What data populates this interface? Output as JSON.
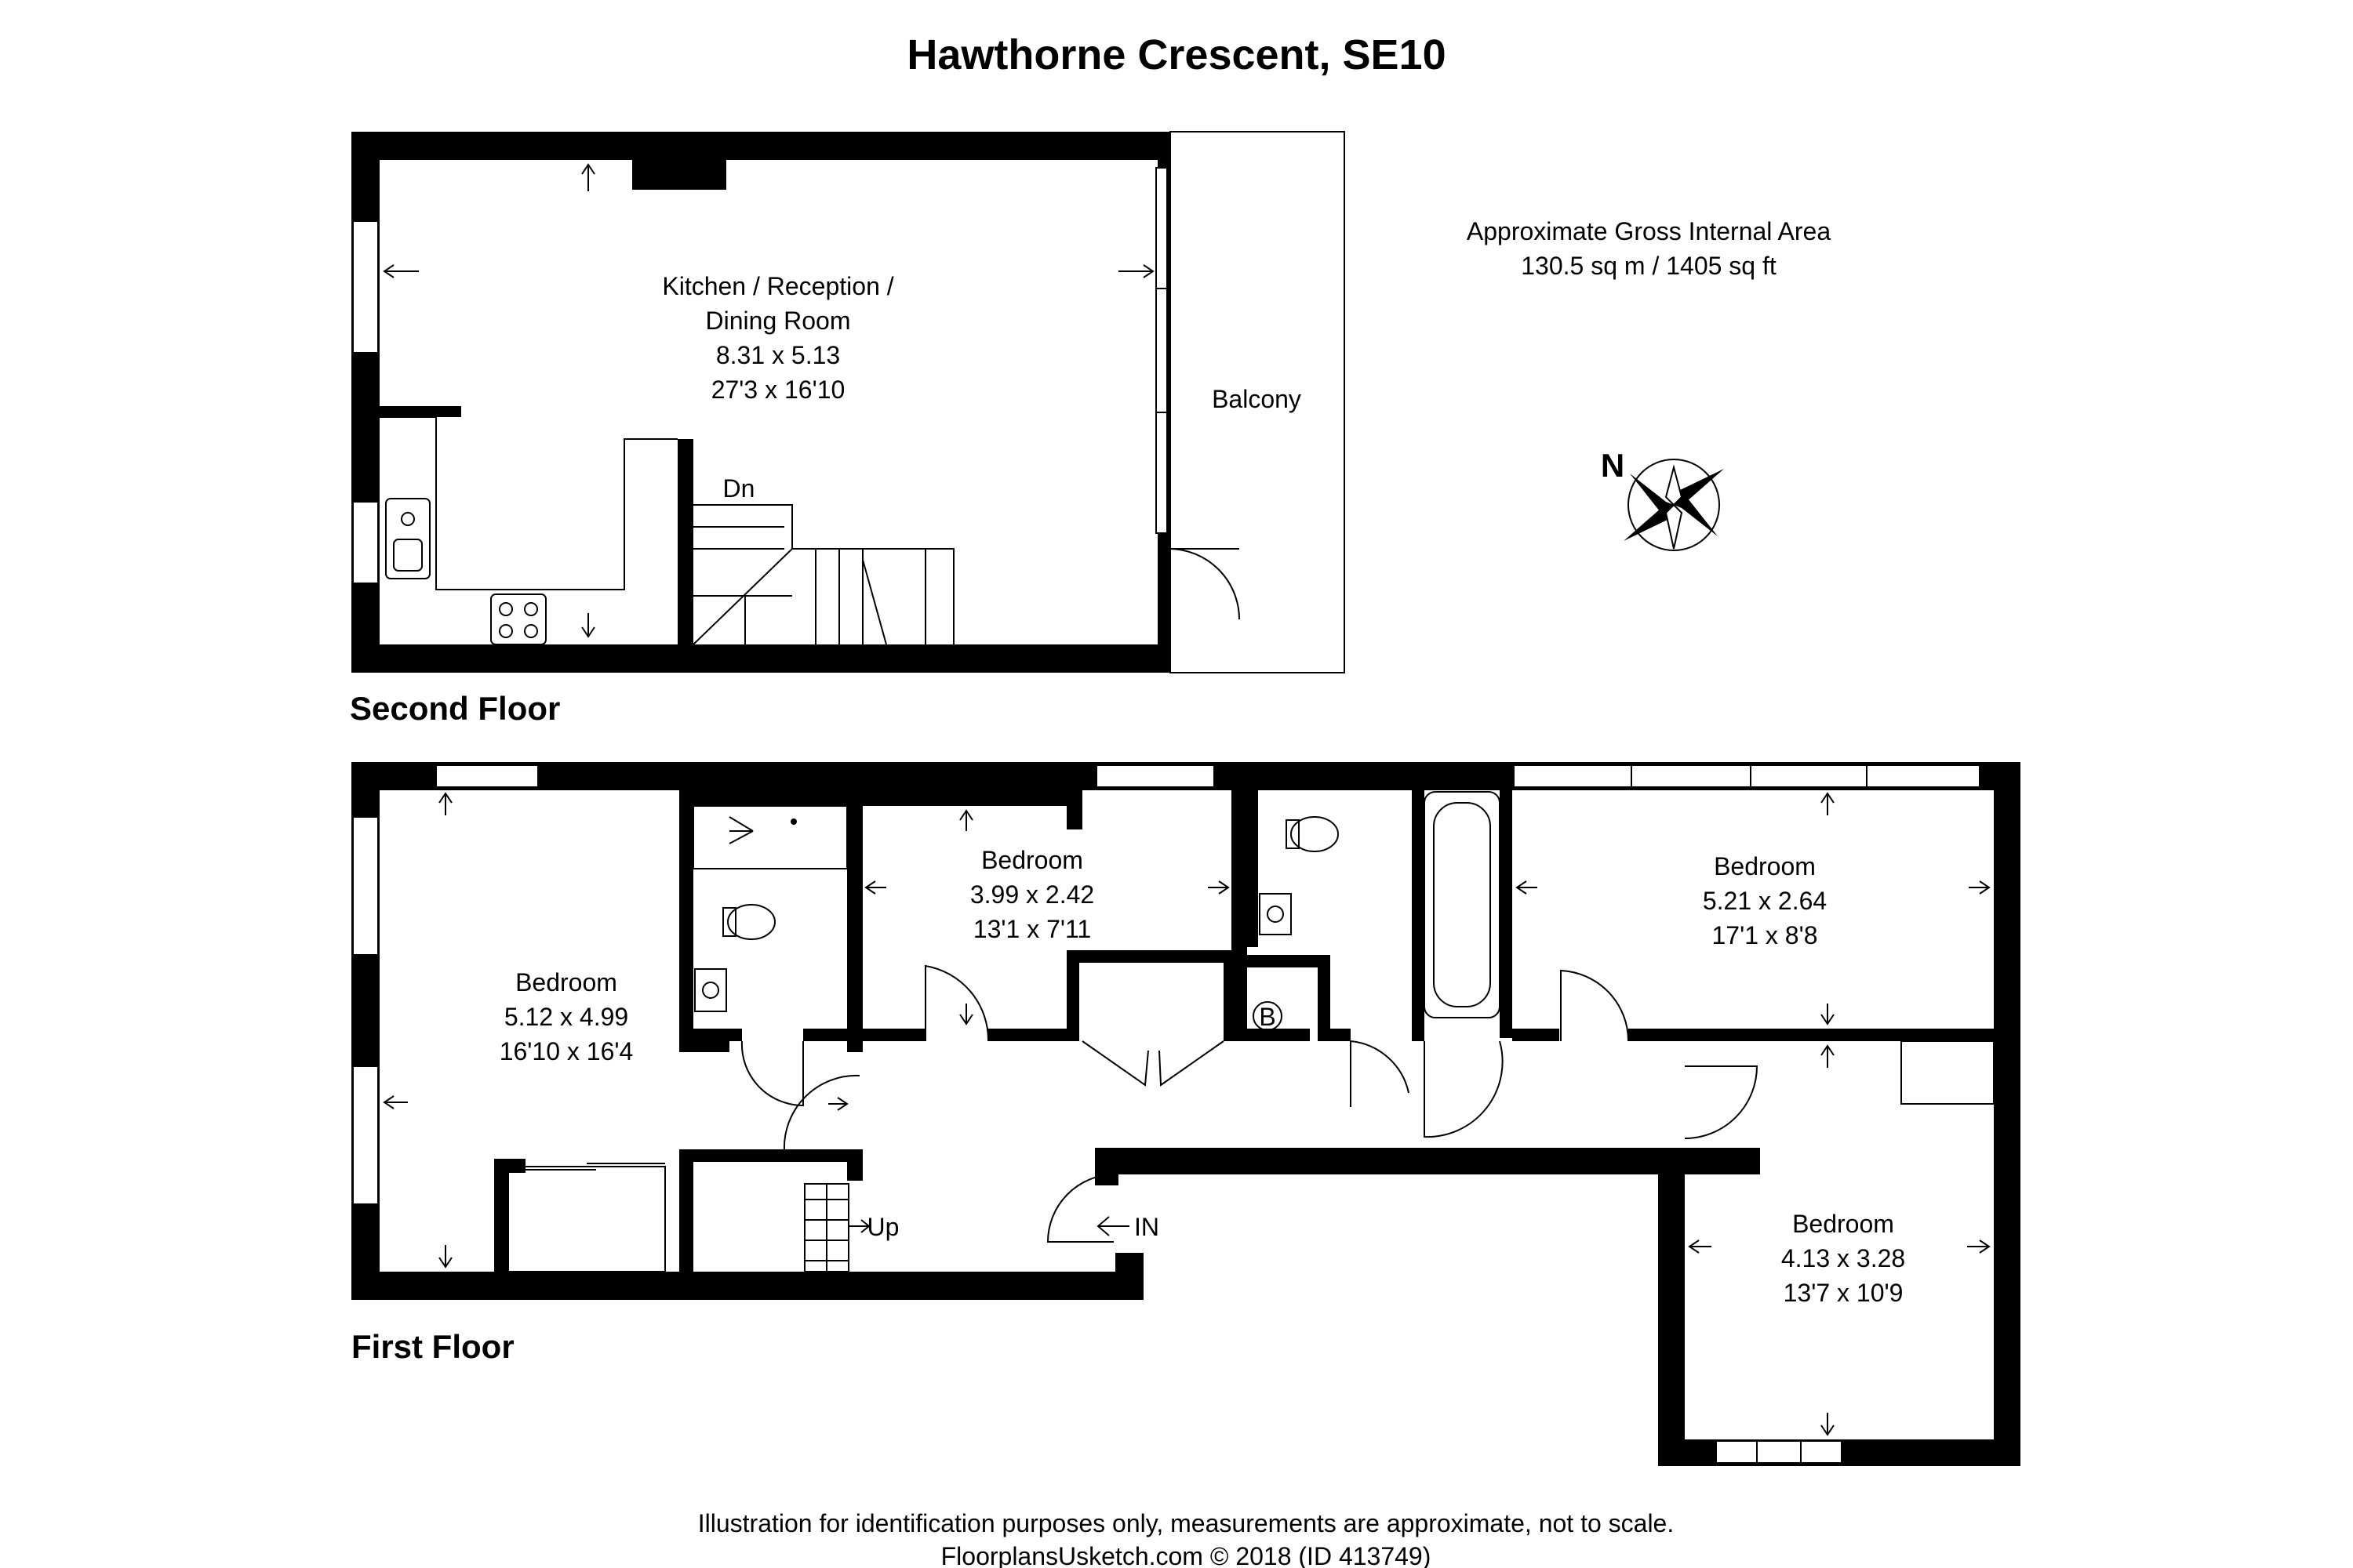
{
  "title": "Hawthorne Crescent, SE10",
  "area": {
    "line1": "Approximate Gross Internal Area",
    "line2": "130.5 sq m / 1405 sq ft"
  },
  "compass": {
    "label": "N"
  },
  "floors": {
    "second": {
      "name": "Second Floor",
      "kitchen": {
        "line1": "Kitchen / Reception /",
        "line2": "Dining Room",
        "metric": "8.31 x 5.13",
        "imperial": "27'3 x 16'10"
      },
      "balcony": "Balcony",
      "stairs_label": "Dn"
    },
    "first": {
      "name": "First Floor",
      "bedroom_left": {
        "name": "Bedroom",
        "metric": "5.12 x 4.99",
        "imperial": "16'10 x 16'4"
      },
      "bedroom_mid": {
        "name": "Bedroom",
        "metric": "3.99 x 2.42",
        "imperial": "13'1 x 7'11"
      },
      "bedroom_right": {
        "name": "Bedroom",
        "metric": "5.21 x 2.64",
        "imperial": "17'1 x 8'8"
      },
      "bedroom_lower": {
        "name": "Bedroom",
        "metric": "4.13 x 3.28",
        "imperial": "13'7 x 10'9"
      },
      "boiler_label": "B",
      "stairs_label": "Up",
      "entrance_label": "IN"
    }
  },
  "footer": {
    "disclaimer": "Illustration for identification purposes only, measurements are approximate, not to scale.",
    "credit": "FloorplansUsketch.com © 2018 (ID 413749)"
  }
}
